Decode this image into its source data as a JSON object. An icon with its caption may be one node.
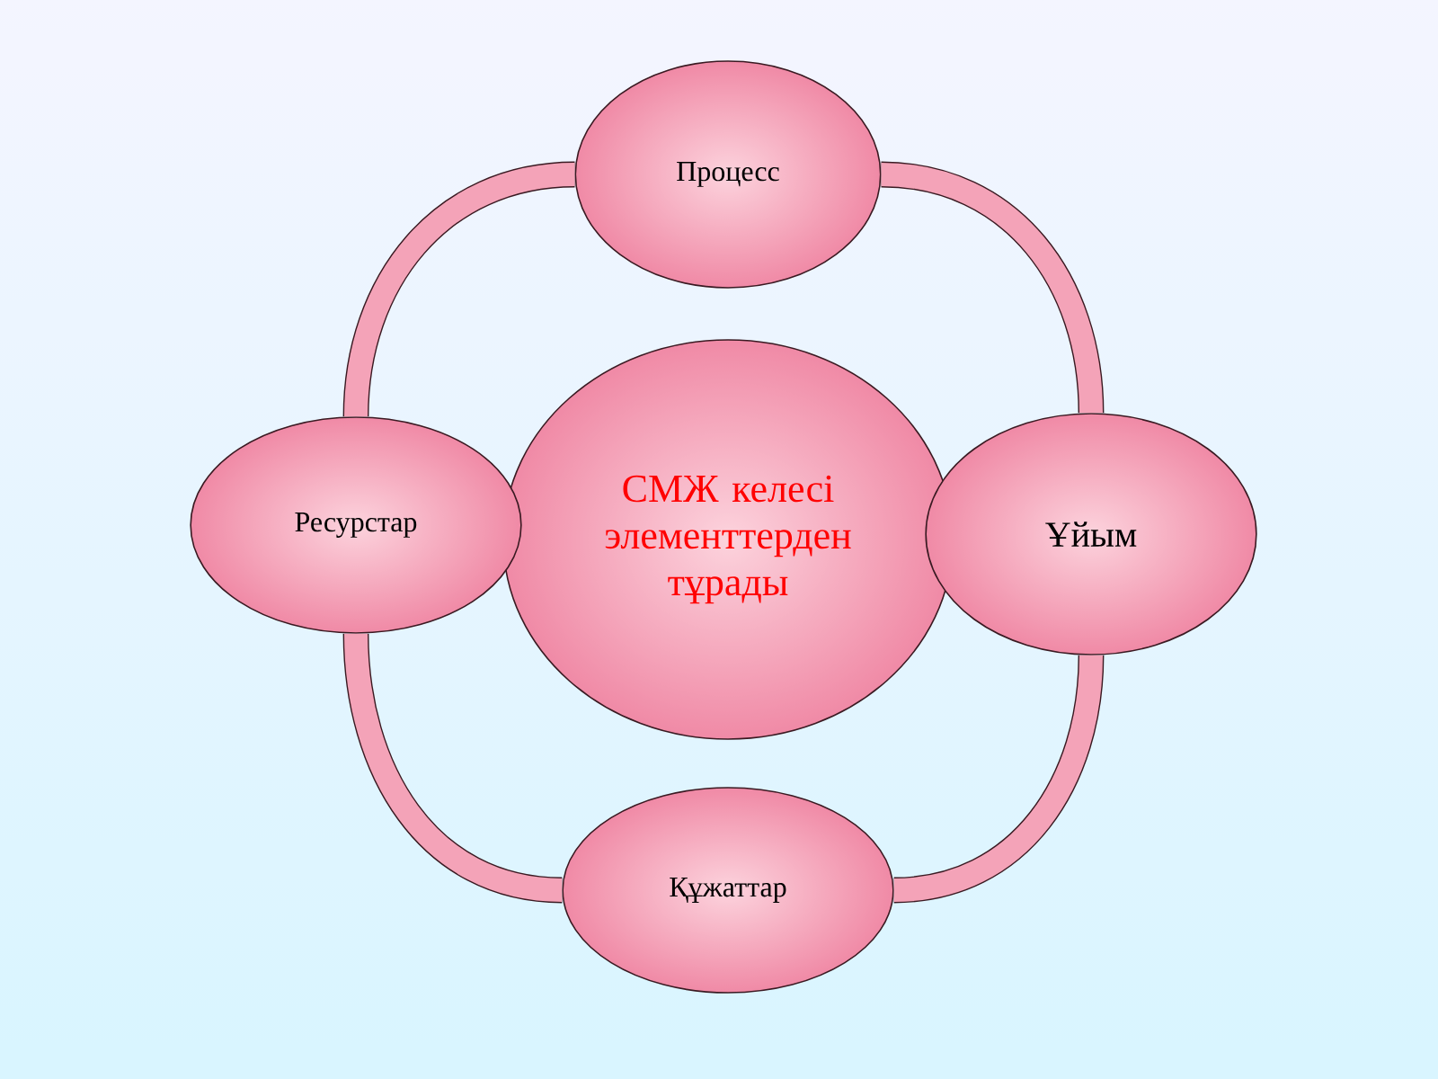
{
  "diagram": {
    "nodes": [
      {
        "text": [
          "СМЖ келесі элементтерден тұрады"
        ]
      },
      {
        "text": [
          "Процесс"
        ]
      },
      {
        "text": [
          "Ұйым"
        ]
      },
      {
        "text": [
          "Құжаттар"
        ]
      },
      {
        "text": [
          "Ресурстар"
        ]
      }
    ],
    "edges": [
      {
        "from": 1,
        "to": 2,
        "arrow": "none"
      },
      {
        "from": 2,
        "to": 3,
        "arrow": "none"
      },
      {
        "from": 3,
        "to": 4,
        "arrow": "none"
      },
      {
        "from": 4,
        "to": 1,
        "arrow": "none"
      }
    ]
  }
}
